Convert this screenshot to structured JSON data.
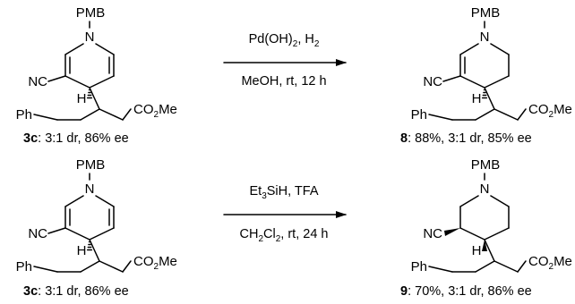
{
  "reactions": [
    {
      "reactant": {
        "atoms": {
          "n_sub": "PMB",
          "n": "N",
          "cn": "NC",
          "h": "H",
          "ester": "CO2Me",
          "ph": "Ph"
        },
        "caption": {
          "id": "3c",
          "rest": ": 3:1 dr, 86% ee"
        }
      },
      "conditions": {
        "above": "Pd(OH)2, H2",
        "below": "MeOH, rt, 12 h"
      },
      "product": {
        "atoms": {
          "n_sub": "PMB",
          "n": "N",
          "cn": "NC",
          "h": "H",
          "ester": "CO2Me",
          "ph": "Ph"
        },
        "caption": {
          "id": "8",
          "rest": ": 88%, 3:1 dr, 85% ee"
        }
      }
    },
    {
      "reactant": {
        "atoms": {
          "n_sub": "PMB",
          "n": "N",
          "cn": "NC",
          "h": "H",
          "ester": "CO2Me",
          "ph": "Ph"
        },
        "caption": {
          "id": "3c",
          "rest": ": 3:1 dr, 86% ee"
        }
      },
      "conditions": {
        "above": "Et3SiH, TFA",
        "below": "CH2Cl2, rt, 24 h"
      },
      "product": {
        "atoms": {
          "n_sub": "PMB",
          "n": "N",
          "cn": "NC",
          "h": "H",
          "ester": "CO2Me",
          "ph": "Ph"
        },
        "caption": {
          "id": "9",
          "rest": ": 70%, 3:1 dr, 86% ee"
        }
      }
    }
  ]
}
